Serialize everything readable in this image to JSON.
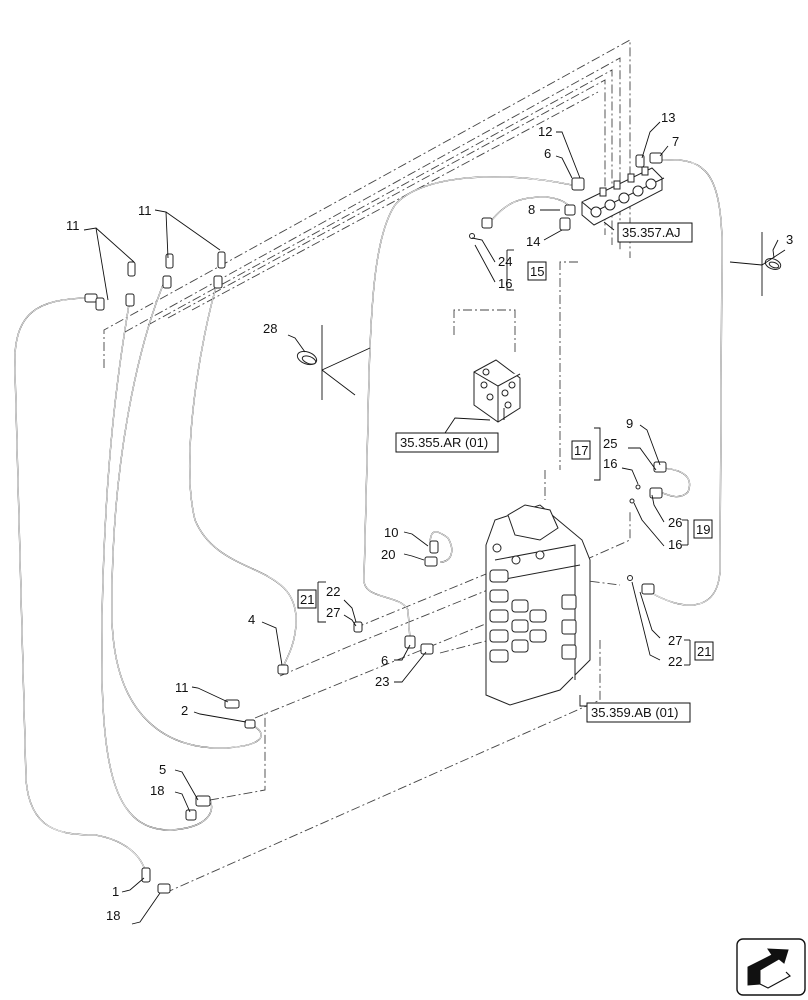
{
  "callouts": {
    "c11a": "11",
    "c11b": "11",
    "c11c": "11",
    "c28": "28",
    "c12": "12",
    "c6a": "6",
    "c8": "8",
    "c14": "14",
    "c24": "24",
    "c16a": "16",
    "c15": "15",
    "c13": "13",
    "c7": "7",
    "c3": "3",
    "c9": "9",
    "c17": "17",
    "c25": "25",
    "c16b": "16",
    "c26": "26",
    "c16c": "16",
    "c19": "19",
    "c10": "10",
    "c20": "20",
    "c21a": "21",
    "c22a": "22",
    "c27a": "27",
    "c4": "4",
    "c6b": "6",
    "c23": "23",
    "c11d": "11",
    "c2": "2",
    "c27b": "27",
    "c22b": "22",
    "c21b": "21",
    "c5": "5",
    "c18a": "18",
    "c1": "1",
    "c18b": "18"
  },
  "references": {
    "r357": "35.357.AJ",
    "r355": "35.355.AR (01)",
    "r359": "35.359.AB (01)"
  },
  "icons": {
    "nav": "arrow-icon"
  }
}
